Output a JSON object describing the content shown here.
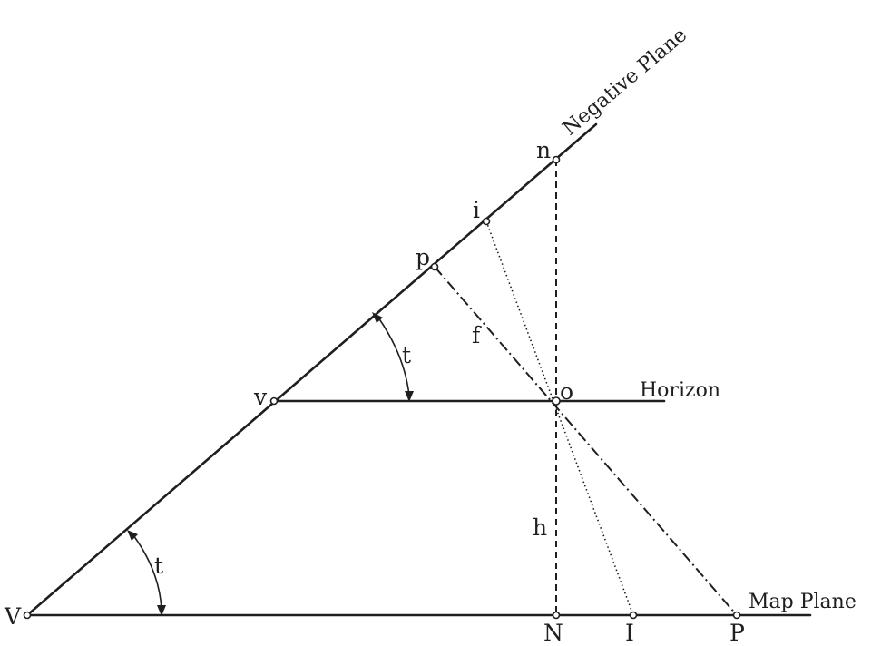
{
  "planes": {
    "negative_plane": "Negative Plane",
    "horizon": "Horizon",
    "map_plane": "Map Plane"
  },
  "points": {
    "n": "n",
    "i": "i",
    "p": "p",
    "v": "v",
    "o": "o",
    "V": "V",
    "N": "N",
    "I": "I",
    "P": "P"
  },
  "segments": {
    "f": "f",
    "h": "h"
  },
  "angles": {
    "upper": "t",
    "lower": "t"
  }
}
